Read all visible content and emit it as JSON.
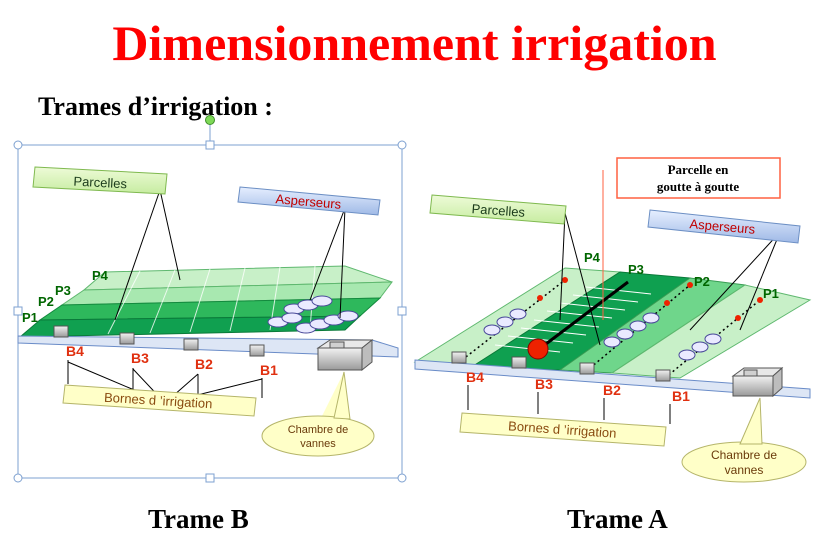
{
  "title": "Dimensionnement irrigation",
  "subtitle": "Trames d’irrigation :",
  "colors": {
    "title": "#ff0000",
    "field_light": "#c8f0c8",
    "field_mid": "#6fd68b",
    "field_dark": "#14a050",
    "label_green_box": "#d8f5b0",
    "label_blue_box": "#c7d9f5",
    "label_yellow_box": "#ffffc8",
    "marker_red": "#ee2200",
    "plot_label_green": "#006600",
    "borne_label_red": "#e03010",
    "pipe_blue": "#6a8cc8"
  },
  "left": {
    "caption": "Trame B",
    "parcelles": "Parcelles",
    "asperseurs": "Asperseurs",
    "plots": [
      "P1",
      "P2",
      "P3",
      "P4"
    ],
    "bornes": [
      "B4",
      "B3",
      "B2",
      "B1"
    ],
    "bornes_label": "Bornes d ’irrigation",
    "chambre_line1": "Chambre de",
    "chambre_line2": "vannes"
  },
  "right": {
    "caption": "Trame A",
    "parcelle_gg_line1": "Parcelle en",
    "parcelle_gg_line2": "goutte à goutte",
    "parcelles": "Parcelles",
    "asperseurs": "Asperseurs",
    "plots": [
      "P4",
      "P3",
      "P2",
      "P1"
    ],
    "bornes": [
      "B4",
      "B3",
      "B2",
      "B1"
    ],
    "bornes_label": "Bornes d ’irrigation",
    "chambre_line1": "Chambre de",
    "chambre_line2": "vannes"
  }
}
